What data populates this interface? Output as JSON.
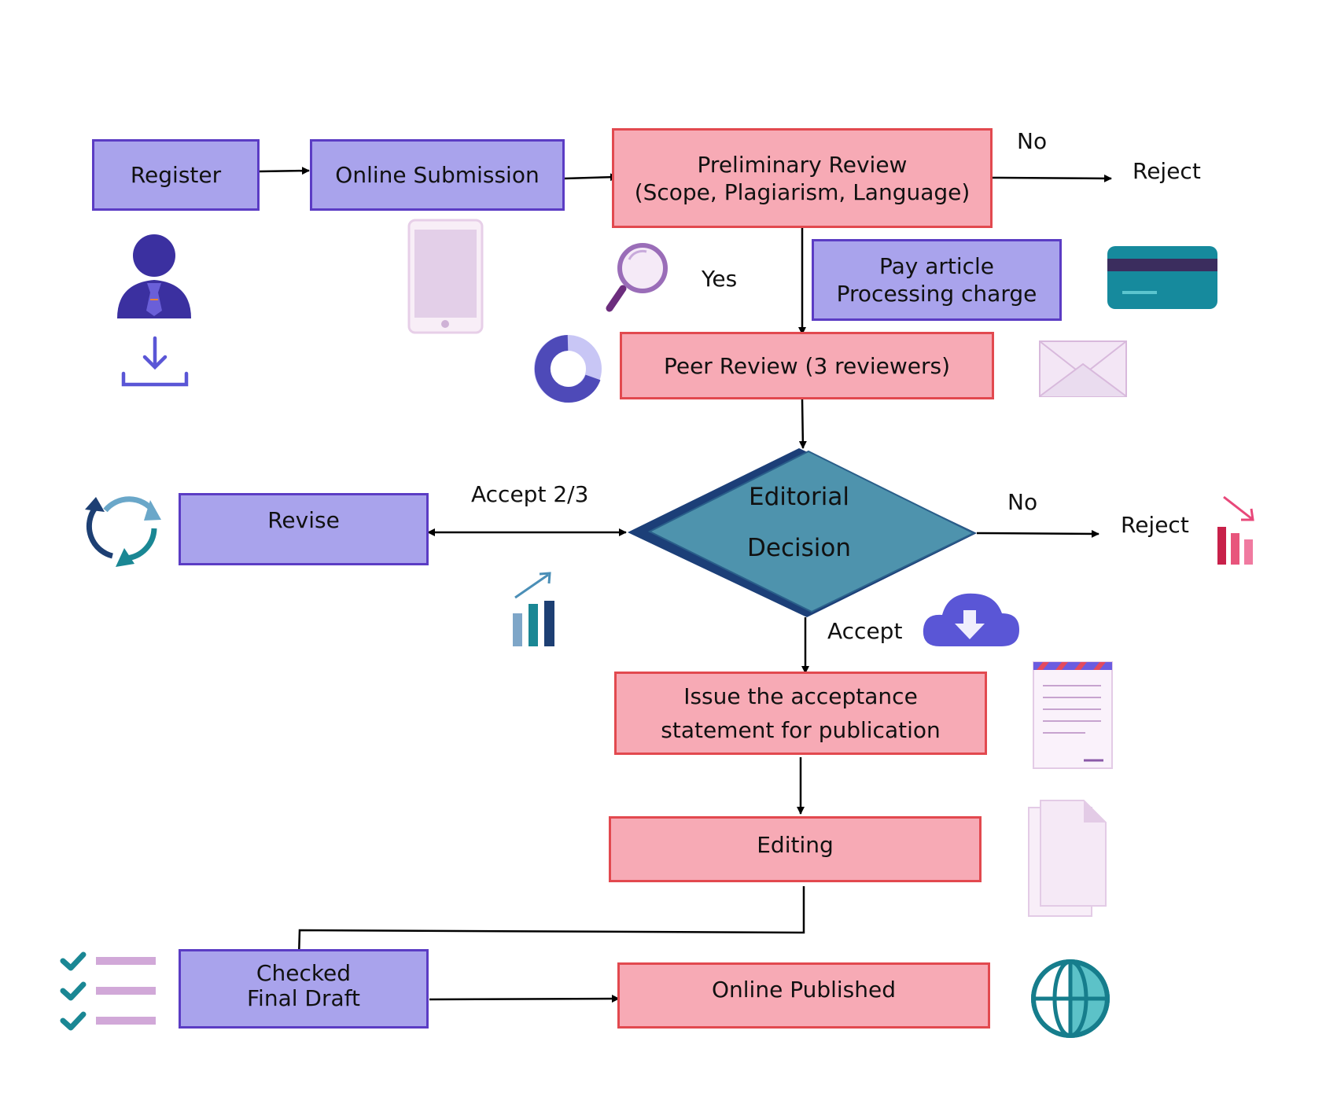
{
  "nodes": {
    "register": "Register",
    "online_submission": "Online Submission",
    "preliminary_review": [
      "Preliminary Review",
      "(Scope, Plagiarism, Language)"
    ],
    "pay_article": [
      "Pay article",
      "Processing charge"
    ],
    "peer_review": "Peer Review (3 reviewers)",
    "editorial_decision": [
      "Editorial",
      "Decision"
    ],
    "revise": "Revise",
    "issue_acceptance": [
      "Issue the acceptance",
      "statement for publication"
    ],
    "editing": "Editing",
    "checked_final_draft": [
      "Checked",
      "Final Draft"
    ],
    "online_published": "Online Published"
  },
  "labels": {
    "no_top": "No",
    "reject_top": "Reject",
    "yes": "Yes",
    "accept_two_thirds": "Accept 2/3",
    "no_mid": "No",
    "reject_mid": "Reject",
    "accept": "Accept"
  },
  "icons": [
    "user-icon",
    "download-tray-icon",
    "tablet-icon",
    "magnifier-icon",
    "credit-card-icon",
    "donut-chart-icon",
    "envelope-icon",
    "refresh-cycle-icon",
    "rising-bar-chart-icon",
    "cloud-download-icon",
    "falling-bar-chart-icon",
    "airmail-letter-icon",
    "documents-icon",
    "checklist-icon",
    "globe-icon"
  ],
  "colors": {
    "purple_fill": "#a9a3ec",
    "purple_border": "#5b3cc4",
    "pink_fill": "#f7aab5",
    "pink_border": "#e2494f",
    "diamond_fill": "#4e93ad",
    "diamond_border": "#1c3f78"
  }
}
